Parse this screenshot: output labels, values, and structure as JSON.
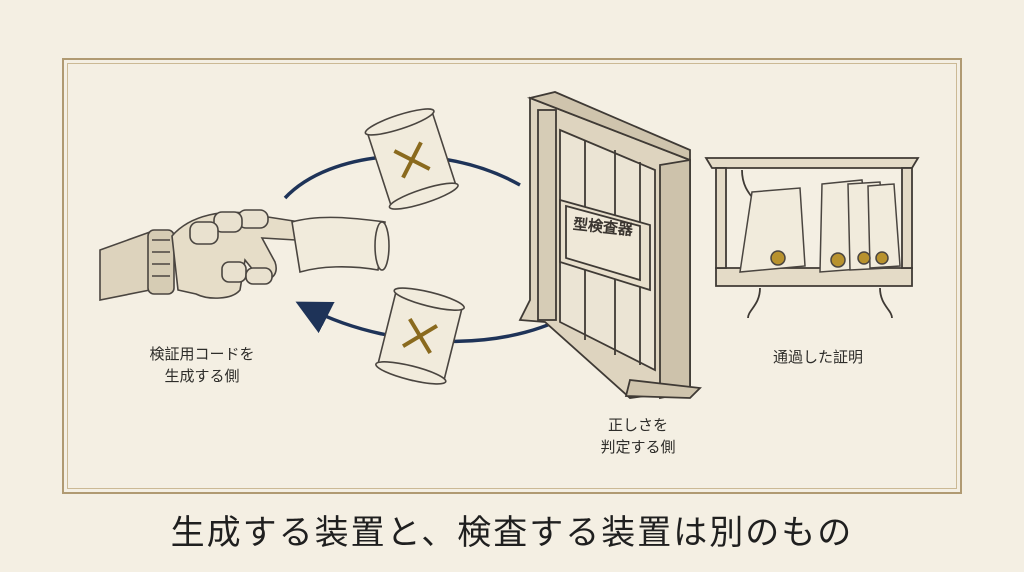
{
  "labels": {
    "generator_line1": "検証用コードを",
    "generator_line2": "生成する側",
    "checker_line1": "正しさを",
    "checker_line2": "判定する側",
    "passed": "通過した証明",
    "plaque": "型検査器"
  },
  "caption": "生成する装置と、検査する装置は別のもの",
  "colors": {
    "background": "#f4efe3",
    "frame": "#b09a72",
    "arrow": "#1e3358",
    "reject_mark": "#8a6a1e",
    "seal": "#b8922e"
  },
  "icons": [
    "robot-hand-icon",
    "scroll-icon",
    "reject-cross-icon",
    "type-checker-gate-icon",
    "shelf-icon",
    "seal-icon"
  ]
}
